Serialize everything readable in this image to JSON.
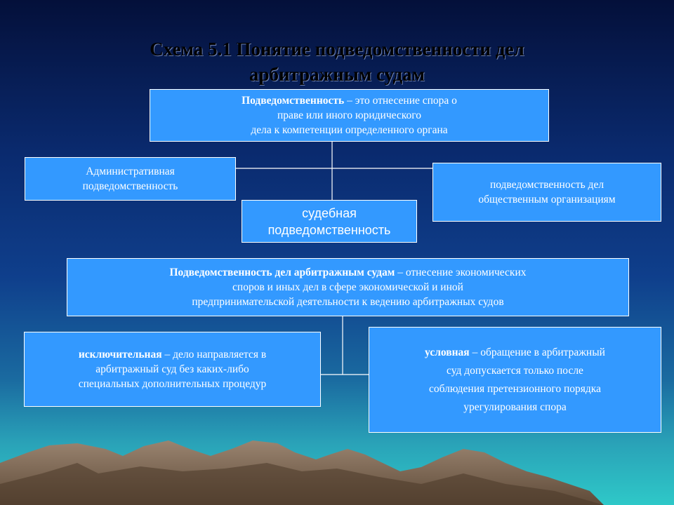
{
  "title": {
    "line1": "Схема 5.1 Понятие подведомственности дел",
    "line2": "арбитражным судам"
  },
  "definition": {
    "term": "Подведомственность",
    "rest1": " – это отнесение спора о",
    "line2": "праве или иного юридического",
    "line3": "дела к компетенции  определенного органа"
  },
  "administrative": {
    "line1": "Административная",
    "line2": "подведомственность"
  },
  "public_orgs": {
    "line1": "подведомственность дел",
    "line2": "общественным организациям"
  },
  "judicial": {
    "line1": "судебная",
    "line2": "подведомственность"
  },
  "arbitration": {
    "term": "Подведомственность дел арбитражным  судам",
    "rest1": " – отнесение  экономических",
    "line2": "споров и иных дел в сфере экономической и иной",
    "line3": "предпринимательской  деятельности к ведению арбитражных  судов"
  },
  "exclusive": {
    "term": "исключительная",
    "rest1": "  – дело направляется  в",
    "line2": "арбитражный  суд без каких-либо",
    "line3": "специальных  дополнительных  процедур"
  },
  "conditional": {
    "term": "условная",
    "rest1": " – обращение  в арбитражный",
    "line2": "суд допускается  только после",
    "line3": "соблюдения  претензионного  порядка",
    "line4": "урегулирования  спора"
  },
  "colors": {
    "box_fill": "#3399ff",
    "box_border": "#ffffff",
    "text": "#ffffff",
    "title": "#000000",
    "mountain": "#8a7360"
  }
}
